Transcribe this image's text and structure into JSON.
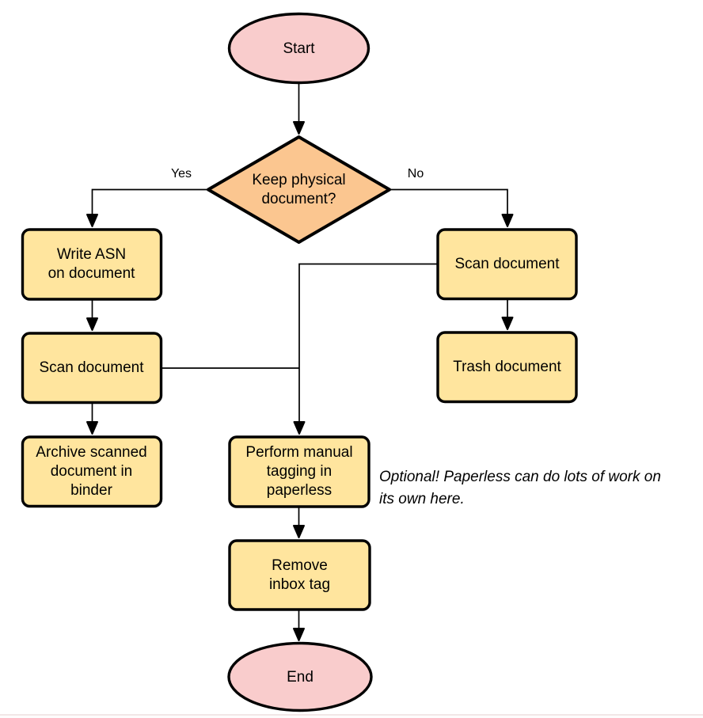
{
  "diagram": {
    "type": "flowchart",
    "nodes": {
      "start": {
        "label": "Start",
        "shape": "terminator",
        "fill": "#F9CCCC"
      },
      "decision": {
        "label": "Keep physical\ndocument?",
        "shape": "decision",
        "fill": "#FBC690"
      },
      "write_asn": {
        "label": "Write ASN\non document",
        "shape": "process",
        "fill": "#FFE59E"
      },
      "scan_left": {
        "label": "Scan document",
        "shape": "process",
        "fill": "#FFE59E"
      },
      "archive": {
        "label": "Archive scanned\ndocument in\nbinder",
        "shape": "process",
        "fill": "#FFE59E"
      },
      "scan_right": {
        "label": "Scan document",
        "shape": "process",
        "fill": "#FFE59E"
      },
      "trash": {
        "label": "Trash document",
        "shape": "process",
        "fill": "#FFE59E"
      },
      "perform_tagging": {
        "label": "Perform manual\ntagging in\npaperless",
        "shape": "process",
        "fill": "#FFE59E"
      },
      "remove_inbox_tag": {
        "label": "Remove\ninbox tag",
        "shape": "process",
        "fill": "#FFE59E"
      },
      "end": {
        "label": "End",
        "shape": "terminator",
        "fill": "#F9CCCC"
      }
    },
    "edge_labels": {
      "yes": "Yes",
      "no": "No"
    },
    "note": "Optional! Paperless can do lots of work on\nits own here.",
    "colors": {
      "terminator_fill": "#F9CCCC",
      "decision_fill": "#FBC690",
      "process_fill": "#FFE59E",
      "stroke": "#000000",
      "connector": "#000000"
    }
  }
}
